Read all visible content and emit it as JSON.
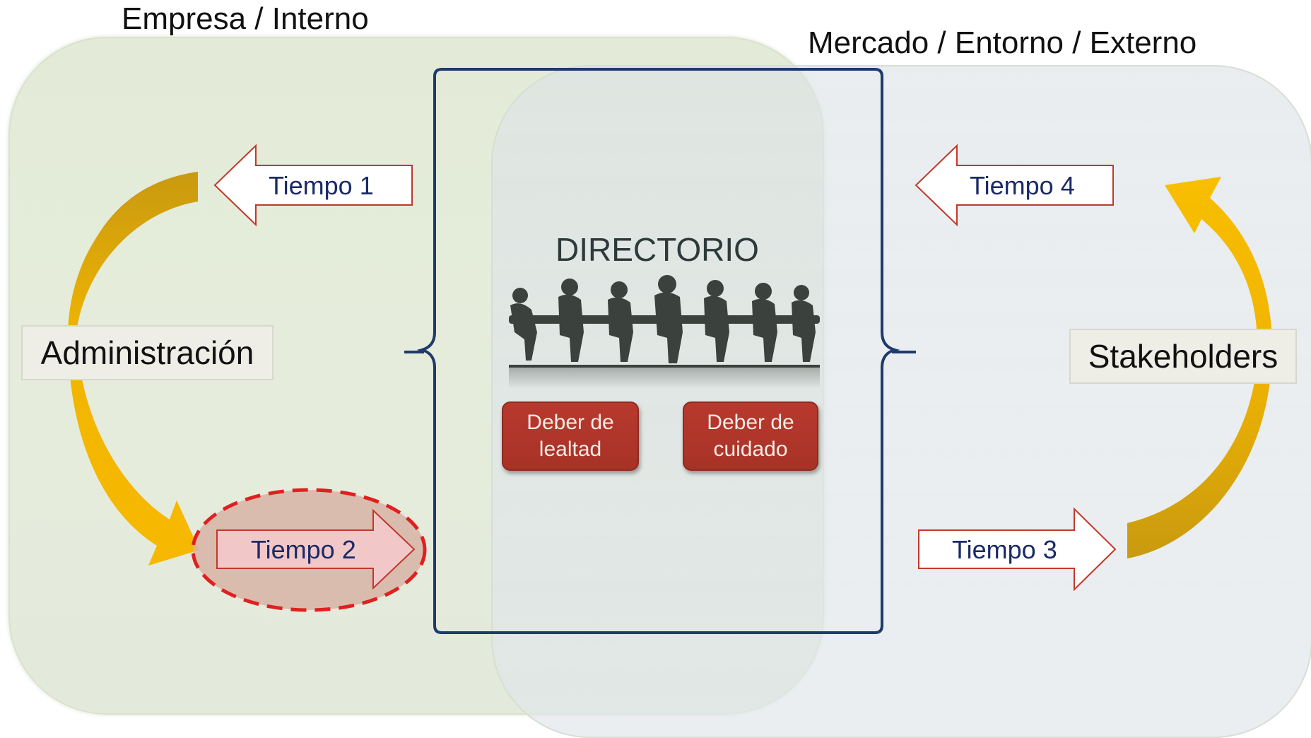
{
  "regions": {
    "empresa_title": "Empresa / Interno",
    "mercado_title": "Mercado / Entorno / Externo"
  },
  "center": {
    "title": "DIRECTORIO",
    "duties": [
      "Deber de\nlealtad",
      "Deber de\ncuidado"
    ]
  },
  "left": {
    "label": "Administración",
    "arrows": [
      "Tiempo 1",
      "Tiempo 2"
    ]
  },
  "right": {
    "label": "Stakeholders",
    "arrows": [
      "Tiempo 4",
      "Tiempo 3"
    ]
  },
  "colors": {
    "arrow_outline": "#c0392b",
    "arrow_text": "#1a2a66",
    "curve_arrow_gold": "#f2b600",
    "brace": "#1f3a6b",
    "highlight_dash": "#e02020"
  },
  "icons": {
    "board_meeting": "board-meeting-silhouette-icon"
  }
}
